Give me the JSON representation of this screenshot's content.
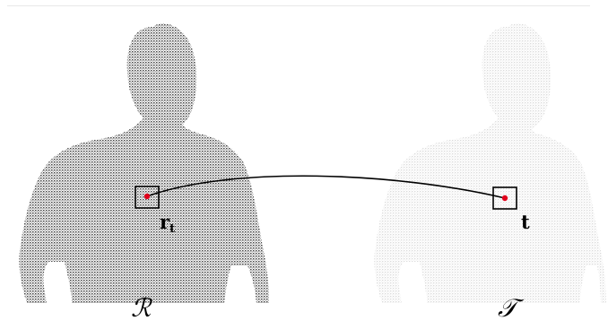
{
  "figure": {
    "left_panel": {
      "cloud_label": "ℛ",
      "point_label_main": "r",
      "point_label_sub": "t"
    },
    "right_panel": {
      "cloud_label": "𝒯",
      "point_label_main": "t"
    },
    "colors": {
      "source_cloud": "#1a1a1a",
      "target_cloud": "#8a8a8a",
      "correspondence_point": "#e0001b",
      "connector": "#000000"
    },
    "icons": {
      "left_cloud": "human-upper-body-point-cloud",
      "right_cloud": "human-upper-body-point-cloud"
    }
  }
}
